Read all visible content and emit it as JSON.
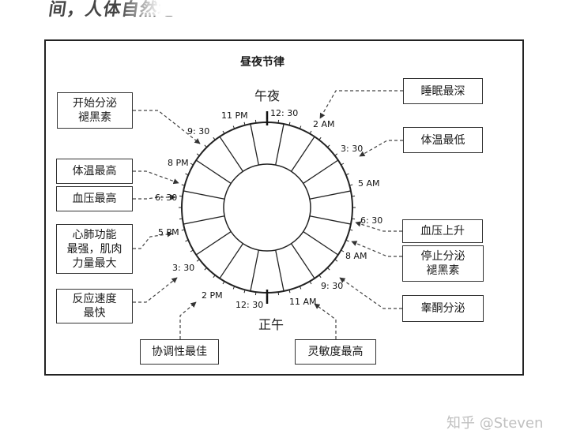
{
  "header_fragment": "间，人体自然地",
  "title": "昼夜节律",
  "midnight_label": "午夜",
  "noon_label": "正午",
  "times": {
    "t_1230a": "12: 30",
    "t_11pm": "11 PM",
    "t_930p": "9: 30",
    "t_8pm": "8 PM",
    "t_630p": "6: 30",
    "t_5pm": "5 PM",
    "t_330p": "3: 30",
    "t_2pm": "2 PM",
    "t_1230p": "12: 30",
    "t_11am": "11 AM",
    "t_930a": "9: 30",
    "t_8am": "8 AM",
    "t_630a": "6: 30",
    "t_5am": "5 AM",
    "t_330a": "3: 30",
    "t_2am": "2 AM"
  },
  "events": {
    "melatonin_start": "开始分泌\n褪黑素",
    "deepest_sleep": "睡眠最深",
    "lowest_temp": "体温最低",
    "highest_temp": "体温最高",
    "highest_bp": "血压最高",
    "bp_rise": "血压上升",
    "peak_cardio": "心肺功能\n最强，肌肉\n力量最大",
    "melatonin_stop": "停止分泌\n褪黑素",
    "fastest_reaction": "反应速度\n最快",
    "testosterone": "睾酮分泌",
    "best_coordination": "协调性最佳",
    "highest_alertness": "灵敏度最高"
  },
  "watermark": "知乎 @Steven"
}
